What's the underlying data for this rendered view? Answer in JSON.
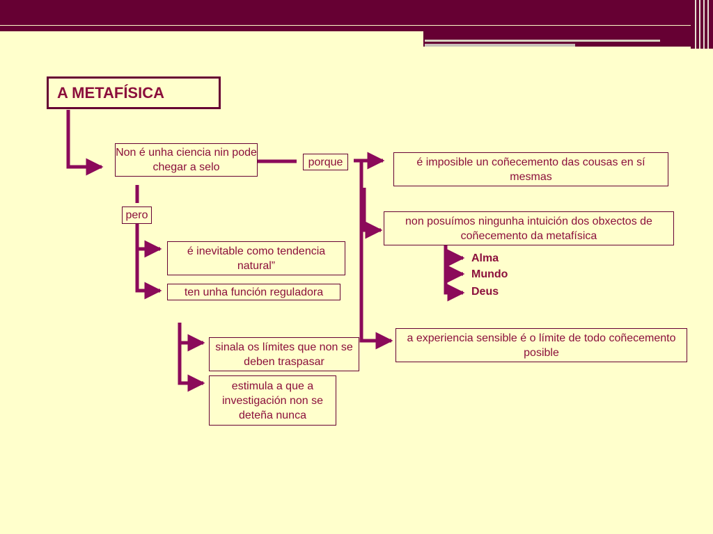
{
  "slide": {
    "title": "A METAFÍSICA",
    "nodes": {
      "non_ciencia": "Non é unha ciencia nin pode chegar a selo",
      "porque": "porque",
      "imposible": "é imposible un coñecemento das cousas en sí mesmas",
      "non_posuimos": "non posuímos ningunha intuición dos obxectos de coñecemento da metafísica",
      "pero": "pero",
      "inevitable": "é inevitable como tendencia natural”",
      "funcion": "ten unha función reguladora",
      "sinala": "sinala os límites que non se deben traspasar",
      "estimula": "estimula a que a investigación non se deteña nunca",
      "experiencia": "a experiencia sensible é o límite de todo coñecemento posible"
    },
    "objects": [
      "Alma",
      "Mundo",
      "Deus"
    ]
  },
  "colors": {
    "background": "#FFFFCC",
    "accent": "#660033",
    "connector": "#8B0A5A",
    "text": "#8B0F3C"
  }
}
